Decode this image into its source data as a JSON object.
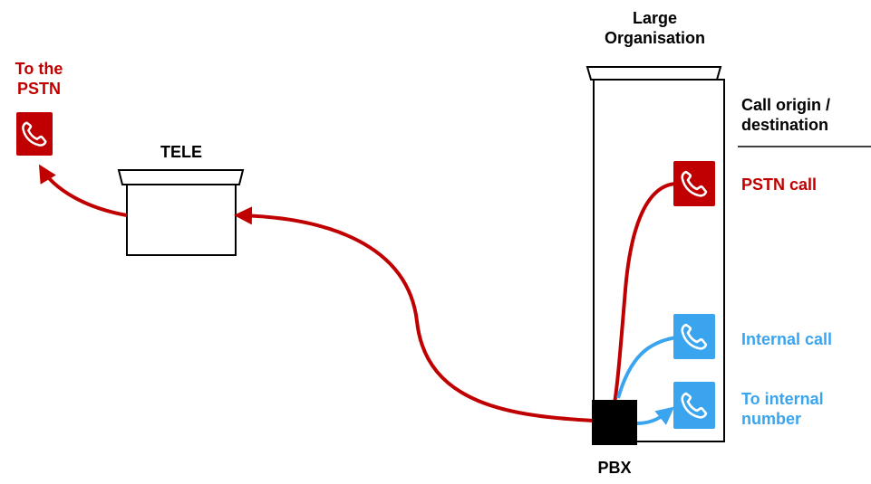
{
  "labels": {
    "to_pstn": "To the PSTN",
    "tele": "TELE",
    "large_org": "Large Organisation",
    "header": "Call origin / destination",
    "pstn_call": "PSTN call",
    "internal_call": "Internal call",
    "to_internal": "To internal number",
    "pbx": "PBX"
  },
  "colors": {
    "pstn_red": "#c00000",
    "internal_blue": "#3aa5ee",
    "line_black": "#000000"
  },
  "icons": {
    "phone": "telephone-handset-icon"
  }
}
